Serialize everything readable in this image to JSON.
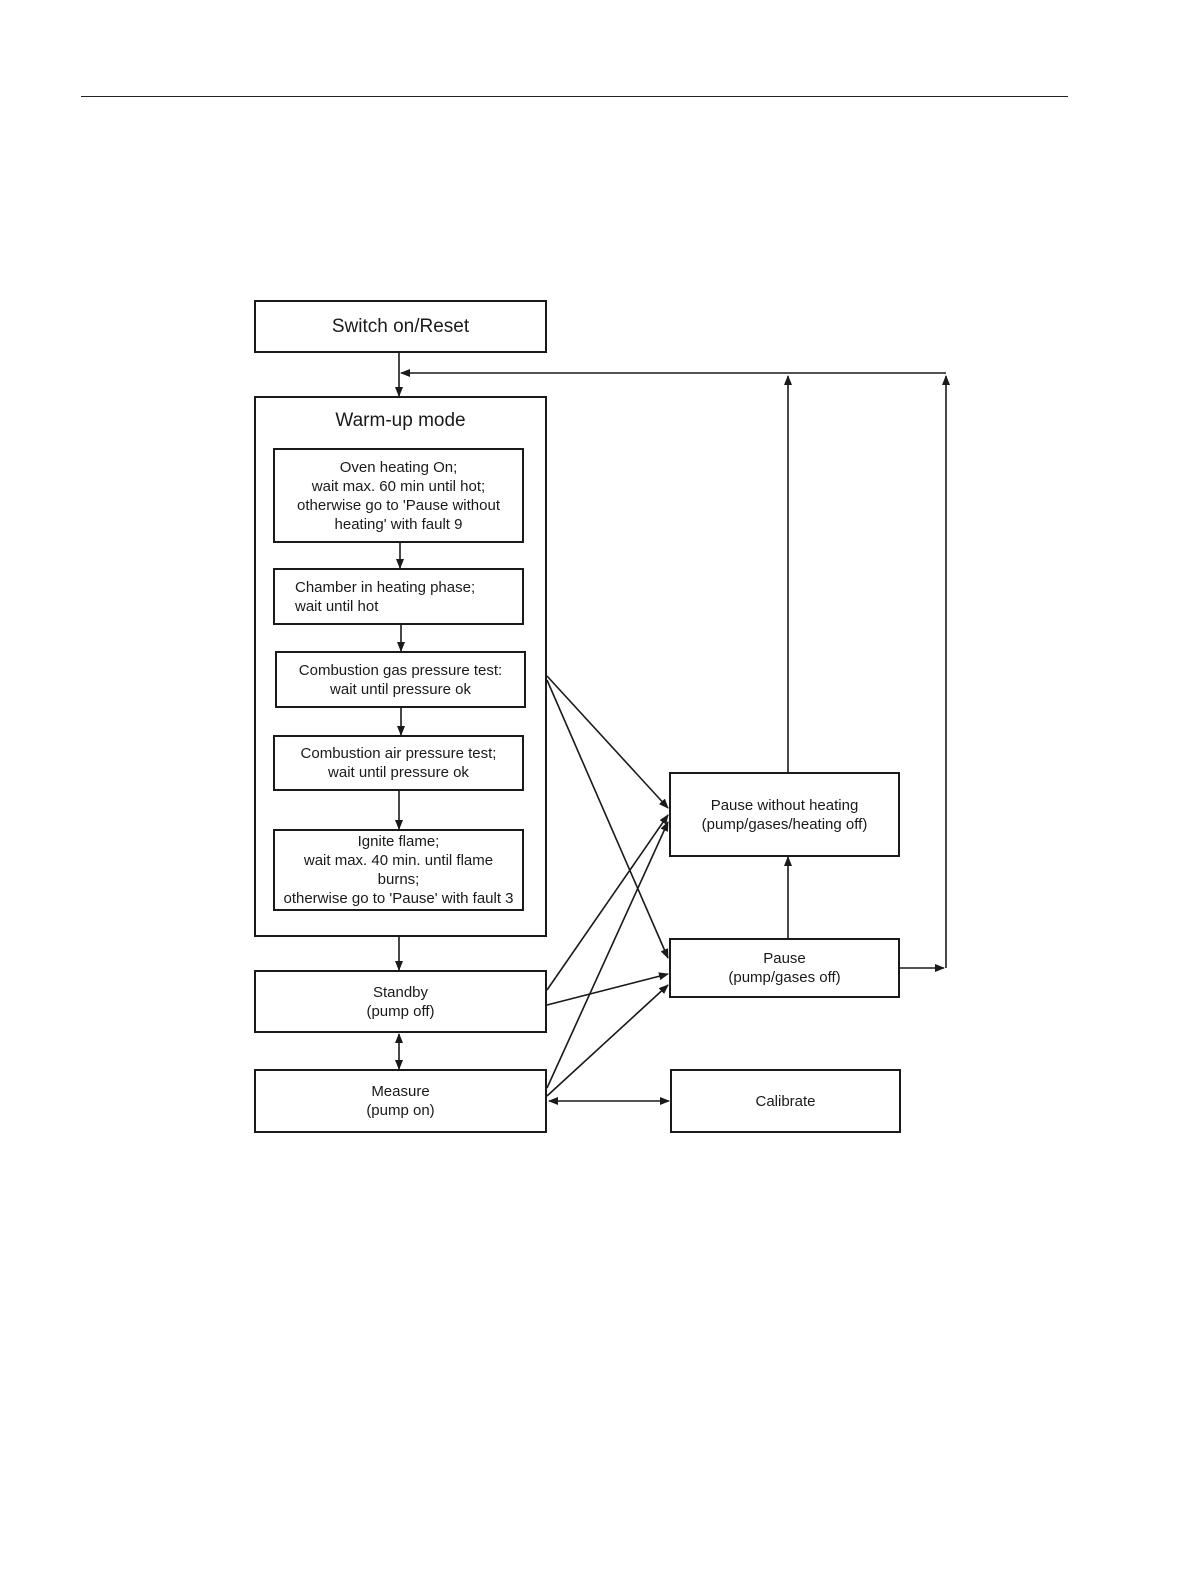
{
  "diagram": {
    "nodes": {
      "switch_on": "Switch on/Reset",
      "warmup_title": "Warm-up mode",
      "oven_heating": "Oven heating On;\nwait max. 60 min until hot;\notherwise go to 'Pause without\nheating' with fault 9",
      "chamber_heating": "Chamber in heating phase;\nwait until hot",
      "gas_pressure": "Combustion gas pressure test:\nwait until pressure ok",
      "air_pressure": "Combustion air pressure test;\nwait until pressure ok",
      "ignite_flame": "Ignite flame;\nwait max. 40 min. until flame\nburns;\notherwise go to 'Pause' with fault 3",
      "standby": "Standby\n(pump off)",
      "measure": "Measure\n(pump on)",
      "pause_no_heat": "Pause without heating\n(pump/gases/heating off)",
      "pause": "Pause\n(pump/gases off)",
      "calibrate": "Calibrate"
    }
  }
}
